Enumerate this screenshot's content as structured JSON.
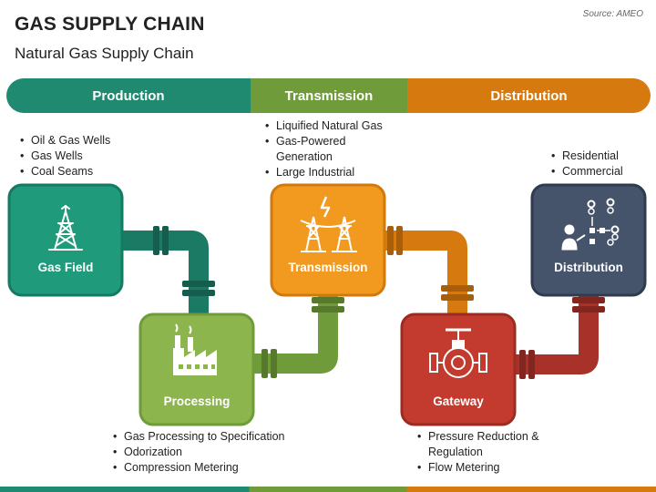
{
  "header": {
    "title": "GAS SUPPLY CHAIN",
    "subtitle": "Natural Gas Supply Chain",
    "source": "Source: AMEO"
  },
  "bands": {
    "production": "Production",
    "transmission": "Transmission",
    "distribution": "Distribution"
  },
  "nodes": {
    "gas_field": {
      "label": "Gas Field",
      "icon": "oil-derrick-icon",
      "color": "#1f9a7a",
      "bullets": [
        "Oil & Gas Wells",
        "Gas Wells",
        "Coal Seams"
      ]
    },
    "processing": {
      "label": "Processing",
      "icon": "factory-icon",
      "color": "#8db54e",
      "bullets": [
        "Gas Processing to Specification",
        "Odorization",
        "Compression Metering"
      ]
    },
    "transmission": {
      "label": "Transmission",
      "icon": "power-tower-icon",
      "color": "#f29a1f",
      "bullets": [
        "Liquified Natural Gas",
        "Gas-Powered Generation",
        "Large Industrial"
      ]
    },
    "gateway": {
      "label": "Gateway",
      "icon": "valve-icon",
      "color": "#c23b2e",
      "bullets": [
        "Pressure Reduction & Regulation",
        "Flow Metering"
      ]
    },
    "distribution": {
      "label": "Distribution",
      "icon": "distribution-network-icon",
      "color": "#45546b",
      "bullets": [
        "Residential",
        "Commercial"
      ]
    }
  },
  "colors": {
    "production": "#1f8a70",
    "transmission": "#6f9b3a",
    "distribution": "#d6790f",
    "pipe_teal": "#1b7a63",
    "pipe_green": "#6f9b3a",
    "pipe_orange": "#d6790f",
    "pipe_red": "#a8322a"
  }
}
